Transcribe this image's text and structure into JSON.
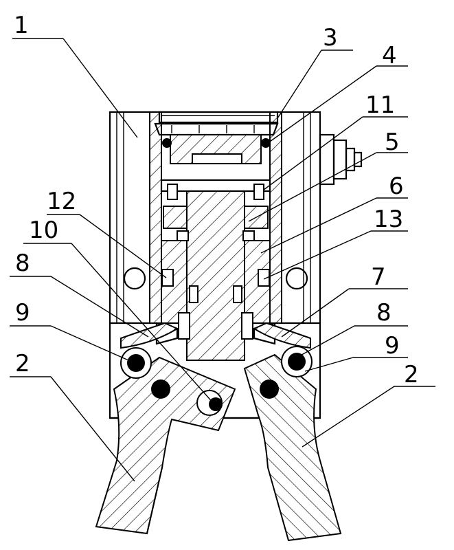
{
  "labels": {
    "l1": "1",
    "l2a": "2",
    "l2b": "2",
    "l3": "3",
    "l4": "4",
    "l5": "5",
    "l6": "6",
    "l7": "7",
    "l8a": "8",
    "l8b": "8",
    "l9a": "9",
    "l9b": "9",
    "l10": "10",
    "l11": "11",
    "l12": "12",
    "l13": "13"
  }
}
